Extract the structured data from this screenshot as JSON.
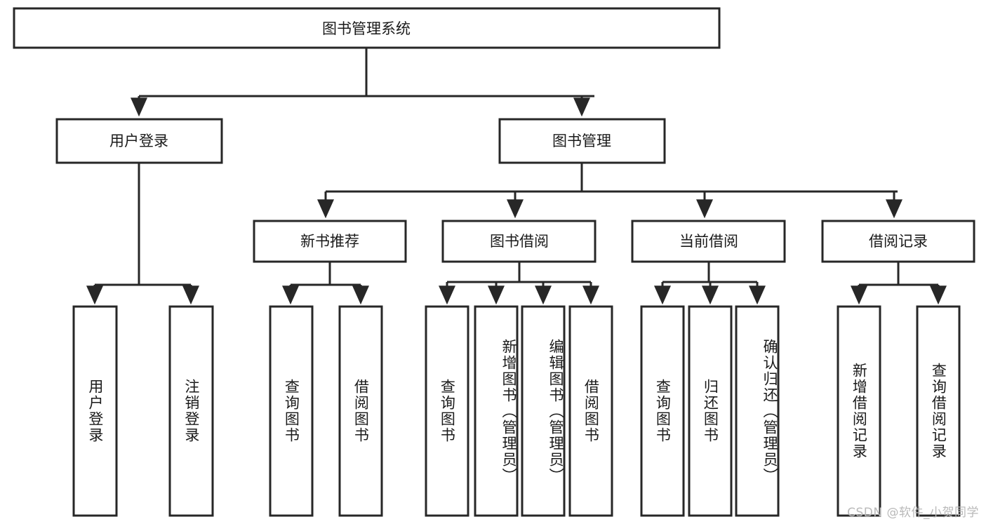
{
  "diagram": {
    "type": "tree-hierarchy",
    "title": "图书管理系统",
    "root": {
      "id": "root",
      "label": "图书管理系统",
      "orientation": "horizontal"
    },
    "level2": [
      {
        "id": "user-login",
        "label": "用户登录",
        "orientation": "horizontal"
      },
      {
        "id": "book-management",
        "label": "图书管理",
        "orientation": "horizontal"
      }
    ],
    "level3": [
      {
        "id": "new-book-recommend",
        "label": "新书推荐",
        "orientation": "horizontal",
        "parent": "book-management"
      },
      {
        "id": "book-borrow",
        "label": "图书借阅",
        "orientation": "horizontal",
        "parent": "book-management"
      },
      {
        "id": "current-borrow",
        "label": "当前借阅",
        "orientation": "horizontal",
        "parent": "book-management"
      },
      {
        "id": "borrow-record",
        "label": "借阅记录",
        "orientation": "horizontal",
        "parent": "book-management"
      }
    ],
    "leaves": [
      {
        "id": "leaf-user-login",
        "label": "用户登录",
        "parent": "user-login",
        "orientation": "vertical"
      },
      {
        "id": "leaf-logout-login",
        "label": "注销登录",
        "parent": "user-login",
        "orientation": "vertical"
      },
      {
        "id": "leaf-query-book-1",
        "label": "查询图书",
        "parent": "new-book-recommend",
        "orientation": "vertical"
      },
      {
        "id": "leaf-borrow-book-1",
        "label": "借阅图书",
        "parent": "new-book-recommend",
        "orientation": "vertical"
      },
      {
        "id": "leaf-query-book-2",
        "label": "查询图书",
        "parent": "book-borrow",
        "orientation": "vertical"
      },
      {
        "id": "leaf-add-book",
        "label": "新增图书（管理员）",
        "parent": "book-borrow",
        "orientation": "vertical"
      },
      {
        "id": "leaf-edit-book",
        "label": "编辑图书（管理员）",
        "parent": "book-borrow",
        "orientation": "vertical"
      },
      {
        "id": "leaf-borrow-book-2",
        "label": "借阅图书",
        "parent": "book-borrow",
        "orientation": "vertical"
      },
      {
        "id": "leaf-query-book-3",
        "label": "查询图书",
        "parent": "current-borrow",
        "orientation": "vertical"
      },
      {
        "id": "leaf-return-book",
        "label": "归还图书",
        "parent": "current-borrow",
        "orientation": "vertical"
      },
      {
        "id": "leaf-confirm-return",
        "label": "确认归还（管理员）",
        "parent": "current-borrow",
        "orientation": "vertical"
      },
      {
        "id": "leaf-add-record",
        "label": "新增借阅记录",
        "parent": "borrow-record",
        "orientation": "vertical"
      },
      {
        "id": "leaf-query-record",
        "label": "查询借阅记录",
        "parent": "borrow-record",
        "orientation": "vertical"
      }
    ],
    "watermark": "CSDN @软件_小贺同学",
    "colors": {
      "stroke": "#272727",
      "fill": "#ffffff",
      "text": "#1a1a1a",
      "watermark": "#b9b9b9",
      "background": "#ffffff"
    }
  }
}
